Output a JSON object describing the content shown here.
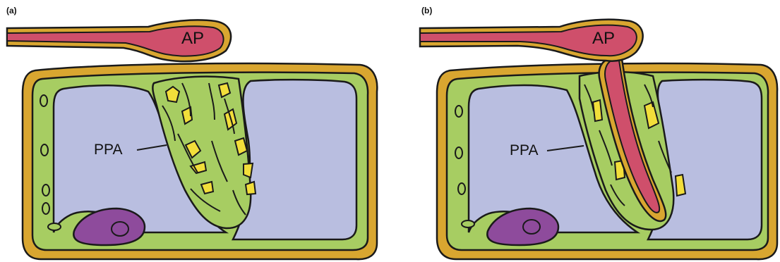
{
  "panels": [
    {
      "tag": "(a)",
      "ap_label": "AP",
      "ppa_label": "PPA"
    },
    {
      "tag": "(b)",
      "ap_label": "AP",
      "ppa_label": "PPA"
    }
  ],
  "colors": {
    "outline": "#1a1a1a",
    "wall": "#d9a630",
    "cytoplasm": "#a7cd62",
    "vacuole": "#b9bee0",
    "hypha": "#cf4f6b",
    "nucleus": "#8e4b9c",
    "granule": "#f2de3a",
    "background": "#ffffff"
  }
}
